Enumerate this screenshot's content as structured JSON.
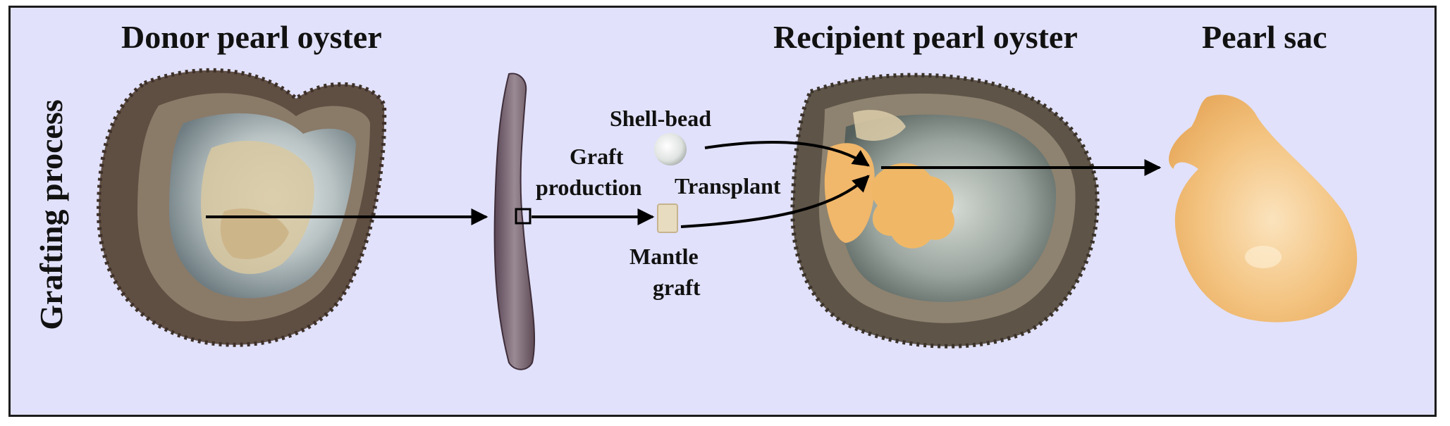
{
  "labels": {
    "side_title": "Grafting process",
    "donor": "Donor pearl oyster",
    "recipient": "Recipient pearl oyster",
    "pearl_sac": "Pearl sac",
    "shell_bead": "Shell-bead",
    "graft": "Graft",
    "production": "production",
    "transplant": "Transplant",
    "mantle": "Mantle",
    "mantle_graft": "graft"
  },
  "colors": {
    "background": "#e1e1fb",
    "border": "#1c1c1c",
    "arrow": "#000000",
    "pearl_sac": "#f2c27a",
    "oyster_shell": "#6d5a4a",
    "nacre": "#c9d0d2"
  }
}
